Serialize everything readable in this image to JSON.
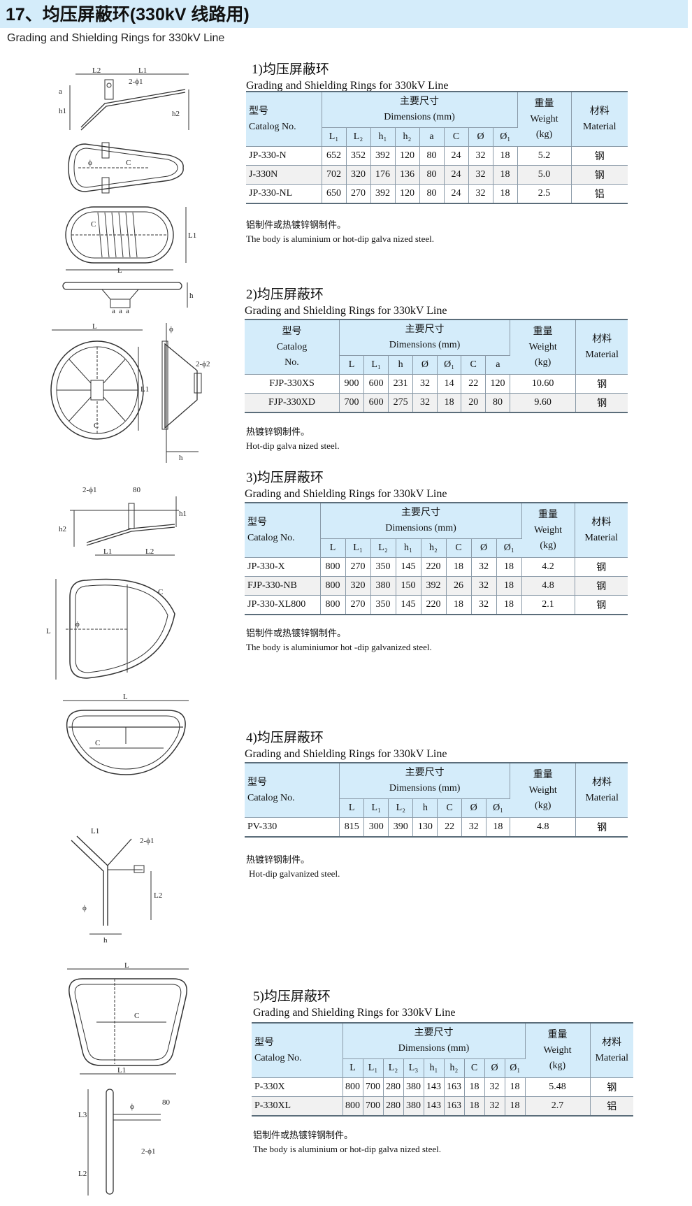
{
  "header": {
    "title": "17、均压屏蔽环(330kV 线路用)",
    "subtitle": "Grading and Shielding Rings for 330kV Line"
  },
  "drawing_labels": {
    "L": "L",
    "L1": "L1",
    "L2": "L2",
    "L3": "L3",
    "h": "h",
    "h1": "h1",
    "h2": "h2",
    "a": "a",
    "C": "C",
    "phi": "ϕ",
    "two_phi1": "2-ϕ1",
    "two_phi2": "2-ϕ2",
    "n80": "80"
  },
  "sections": [
    {
      "title": "1)均压屏蔽环",
      "subtitle": "Grading and Shielding Rings for 330kV Line",
      "header": {
        "model_cn": "型号",
        "model_en": "Catalog No.",
        "dims_cn": "主要尺寸",
        "dims_en": "Dimensions (mm)",
        "weight_cn": "重量",
        "weight_en": "Weight",
        "weight_unit": "(kg)",
        "material_cn": "材料",
        "material_en": "Material"
      },
      "columns": [
        "L₁",
        "L₂",
        "h₁",
        "h₂",
        "a",
        "C",
        "Ø",
        "Ø₁"
      ],
      "rows": [
        {
          "model": "JP-330-N",
          "dims": [
            "652",
            "352",
            "392",
            "120",
            "80",
            "24",
            "32",
            "18"
          ],
          "weight": "5.2",
          "material": "钢"
        },
        {
          "model": "J-330N",
          "dims": [
            "702",
            "320",
            "176",
            "136",
            "80",
            "24",
            "32",
            "18"
          ],
          "weight": "5.0",
          "material": "钢"
        },
        {
          "model": "JP-330-NL",
          "dims": [
            "650",
            "270",
            "392",
            "120",
            "80",
            "24",
            "32",
            "18"
          ],
          "weight": "2.5",
          "material": "铝"
        }
      ],
      "note_cn": "铝制件或热镀锌钢制件。",
      "note_en": "The body is aluminium or hot-dip galva nized steel."
    },
    {
      "title": "2)均压屏蔽环",
      "subtitle": "Grading and Shielding Rings for 330kV Line",
      "header": {
        "model_cn": "型号",
        "model_en": "Catalog",
        "model_en2": "No.",
        "dims_cn": "主要尺寸",
        "dims_en": "Dimensions (mm)",
        "weight_cn": "重量",
        "weight_en": "Weight",
        "weight_unit": "(kg)",
        "material_cn": "材料",
        "material_en": "Material"
      },
      "columns": [
        "L",
        "L₁",
        "h",
        "Ø",
        "Ø₁",
        "C",
        "a"
      ],
      "rows": [
        {
          "model": "FJP-330XS",
          "dims": [
            "900",
            "600",
            "231",
            "32",
            "14",
            "22",
            "120"
          ],
          "weight": "10.60",
          "material": "钢"
        },
        {
          "model": "FJP-330XD",
          "dims": [
            "700",
            "600",
            "275",
            "32",
            "18",
            "20",
            "80"
          ],
          "weight": "9.60",
          "material": "钢"
        }
      ],
      "note_cn": "热镀锌钢制件。",
      "note_en": "Hot-dip galva nized steel."
    },
    {
      "title": "3)均压屏蔽环",
      "subtitle": "Grading and Shielding Rings for 330kV Line",
      "header": {
        "model_cn": "型号",
        "model_en": "Catalog No.",
        "dims_cn": "主要尺寸",
        "dims_en": "Dimensions (mm)",
        "weight_cn": "重量",
        "weight_en": "Weight",
        "weight_unit": "(kg)",
        "material_cn": "材料",
        "material_en": "Material"
      },
      "columns": [
        "L",
        "L₁",
        "L₂",
        "h₁",
        "h₂",
        "C",
        "Ø",
        "Ø₁"
      ],
      "rows": [
        {
          "model": "JP-330-X",
          "dims": [
            "800",
            "270",
            "350",
            "145",
            "220",
            "18",
            "32",
            "18"
          ],
          "weight": "4.2",
          "material": "钢"
        },
        {
          "model": "FJP-330-NB",
          "dims": [
            "800",
            "320",
            "380",
            "150",
            "392",
            "26",
            "32",
            "18"
          ],
          "weight": "4.8",
          "material": "钢"
        },
        {
          "model": "JP-330-XL800",
          "dims": [
            "800",
            "270",
            "350",
            "145",
            "220",
            "18",
            "32",
            "18"
          ],
          "weight": "2.1",
          "material": "钢"
        }
      ],
      "note_cn": "铝制件或热镀锌钢制件。",
      "note_en": "The body is aluminiumor hot -dip galvanized steel."
    },
    {
      "title": "4)均压屏蔽环",
      "subtitle": "Grading and Shielding Rings for 330kV Line",
      "header": {
        "model_cn": "型号",
        "model_en": "Catalog No.",
        "dims_cn": "主要尺寸",
        "dims_en": "Dimensions (mm)",
        "weight_cn": "重量",
        "weight_en": "Weight",
        "weight_unit": "(kg)",
        "material_cn": "材料",
        "material_en": "Material"
      },
      "columns": [
        "L",
        "L₁",
        "L₂",
        "h",
        "C",
        "Ø",
        "Ø₁"
      ],
      "rows": [
        {
          "model": "PV-330",
          "dims": [
            "815",
            "300",
            "390",
            "130",
            "22",
            "32",
            "18"
          ],
          "weight": "4.8",
          "material": "钢"
        }
      ],
      "note_cn": "热镀锌钢制件。",
      "note_en": "Hot-dip galvanized steel."
    },
    {
      "title": "5)均压屏蔽环",
      "subtitle": "Grading and Shielding Rings for 330kV Line",
      "header": {
        "model_cn": "型号",
        "model_en": "Catalog No.",
        "dims_cn": "主要尺寸",
        "dims_en": "Dimensions (mm)",
        "weight_cn": "重量",
        "weight_en": "Weight",
        "weight_unit": "(kg)",
        "material_cn": "材料",
        "material_en": "Material"
      },
      "columns": [
        "L",
        "L₁",
        "L₂",
        "L₃",
        "h₁",
        "h₂",
        "C",
        "Ø",
        "Ø₁"
      ],
      "rows": [
        {
          "model": "P-330X",
          "dims": [
            "800",
            "700",
            "280",
            "380",
            "143",
            "163",
            "18",
            "32",
            "18"
          ],
          "weight": "5.48",
          "material": "钢"
        },
        {
          "model": "P-330XL",
          "dims": [
            "800",
            "700",
            "280",
            "380",
            "143",
            "163",
            "18",
            "32",
            "18"
          ],
          "weight": "2.7",
          "material": "铝"
        }
      ],
      "note_cn": "铝制件或热镀锌钢制件。",
      "note_en": "The body is aluminium or hot-dip galva nized steel."
    }
  ]
}
